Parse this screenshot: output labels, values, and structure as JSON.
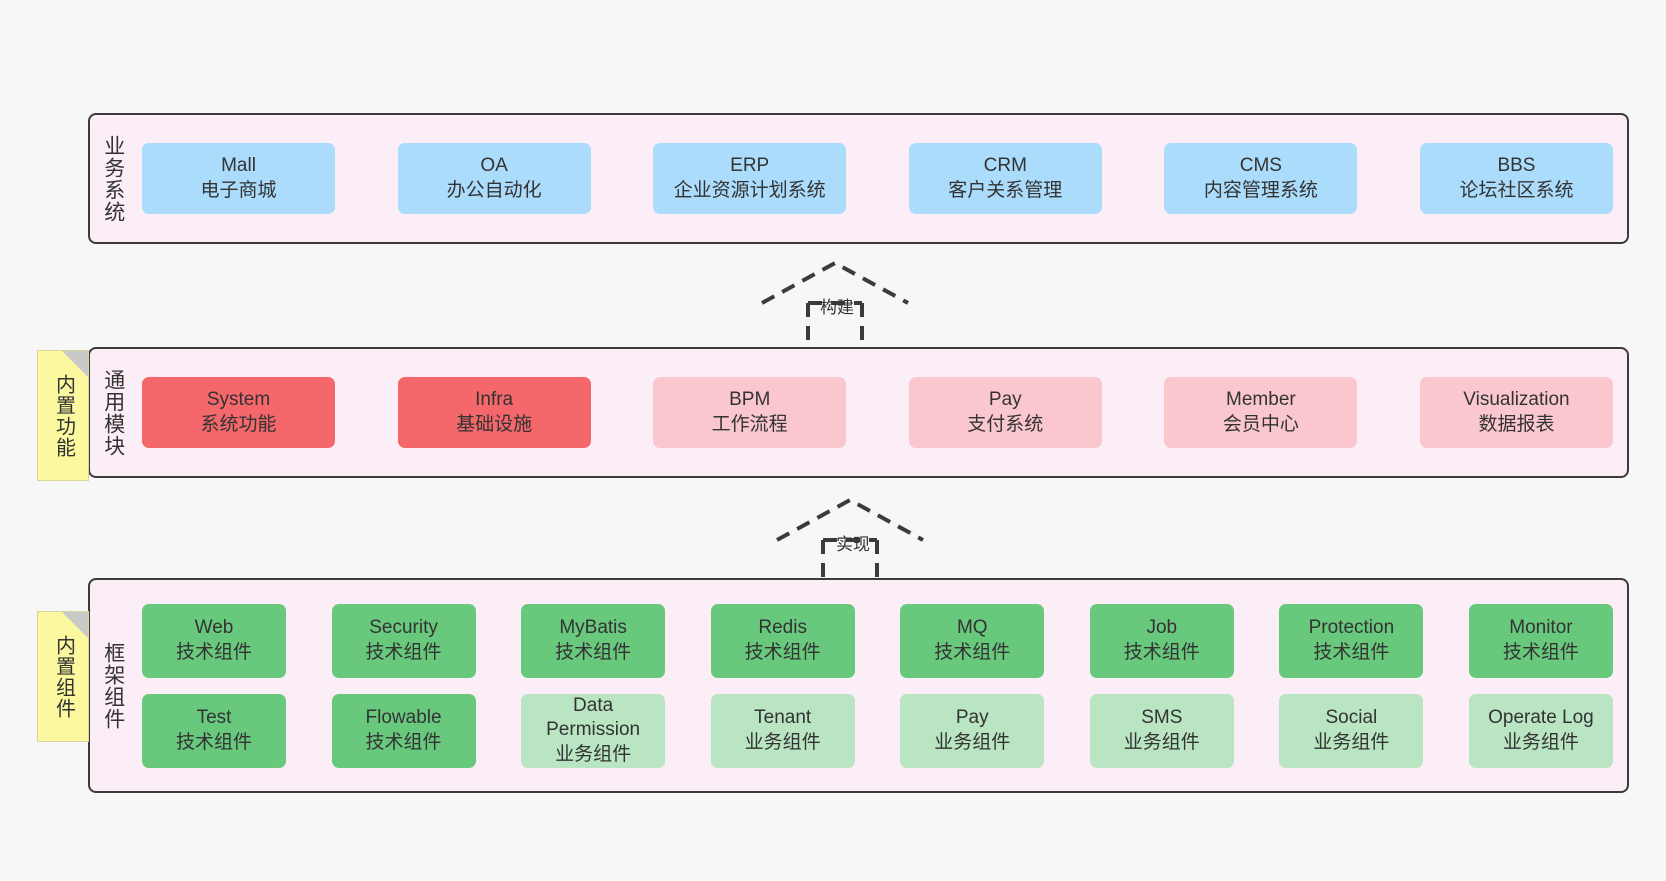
{
  "diagram": {
    "background": "#f7f7f7",
    "colors": {
      "panel_bg": "#fbeef6",
      "panel_border": "#3b3b3b",
      "blue": "#abdcfb",
      "red": "#f4676b",
      "pink": "#fbc7ce",
      "green": "#68c97d",
      "light_green": "#b9e5c2",
      "sticky": "#fbf8a0",
      "sticky_fold": "#c9c9c9"
    }
  },
  "layers": {
    "business": {
      "title": "业务系统",
      "cards": [
        {
          "name": "Mall",
          "desc": "电子商城"
        },
        {
          "name": "OA",
          "desc": "办公自动化"
        },
        {
          "name": "ERP",
          "desc": "企业资源计划系统"
        },
        {
          "name": "CRM",
          "desc": "客户关系管理"
        },
        {
          "name": "CMS",
          "desc": "内容管理系统"
        },
        {
          "name": "BBS",
          "desc": "论坛社区系统"
        }
      ]
    },
    "common": {
      "title": "通用模块",
      "sticky": "内置功能",
      "cards": [
        {
          "name": "System",
          "desc": "系统功能",
          "style": "red"
        },
        {
          "name": "Infra",
          "desc": "基础设施",
          "style": "red"
        },
        {
          "name": "BPM",
          "desc": "工作流程",
          "style": "pink"
        },
        {
          "name": "Pay",
          "desc": "支付系统",
          "style": "pink"
        },
        {
          "name": "Member",
          "desc": "会员中心",
          "style": "pink"
        },
        {
          "name": "Visualization",
          "desc": "数据报表",
          "style": "pink"
        }
      ]
    },
    "framework": {
      "title": "框架组件",
      "sticky": "内置组件",
      "row1": [
        {
          "name": "Web",
          "desc": "技术组件",
          "style": "green"
        },
        {
          "name": "Security",
          "desc": "技术组件",
          "style": "green"
        },
        {
          "name": "MyBatis",
          "desc": "技术组件",
          "style": "green"
        },
        {
          "name": "Redis",
          "desc": "技术组件",
          "style": "green"
        },
        {
          "name": "MQ",
          "desc": "技术组件",
          "style": "green"
        },
        {
          "name": "Job",
          "desc": "技术组件",
          "style": "green"
        },
        {
          "name": "Protection",
          "desc": "技术组件",
          "style": "green"
        },
        {
          "name": "Monitor",
          "desc": "技术组件",
          "style": "green"
        }
      ],
      "row2": [
        {
          "name": "Test",
          "desc": "技术组件",
          "style": "green"
        },
        {
          "name": "Flowable",
          "desc": "技术组件",
          "style": "green"
        },
        {
          "name": "Data Permission",
          "desc": "业务组件",
          "style": "light_green"
        },
        {
          "name": "Tenant",
          "desc": "业务组件",
          "style": "light_green"
        },
        {
          "name": "Pay",
          "desc": "业务组件",
          "style": "light_green"
        },
        {
          "name": "SMS",
          "desc": "业务组件",
          "style": "light_green"
        },
        {
          "name": "Social",
          "desc": "业务组件",
          "style": "light_green"
        },
        {
          "name": "Operate Log",
          "desc": "业务组件",
          "style": "light_green"
        }
      ]
    }
  },
  "connectors": [
    {
      "label": "构建",
      "from": "common",
      "to": "business",
      "style": "dashed-hollow-triangle"
    },
    {
      "label": "实现",
      "from": "framework",
      "to": "common",
      "style": "dashed-hollow-triangle"
    }
  ]
}
